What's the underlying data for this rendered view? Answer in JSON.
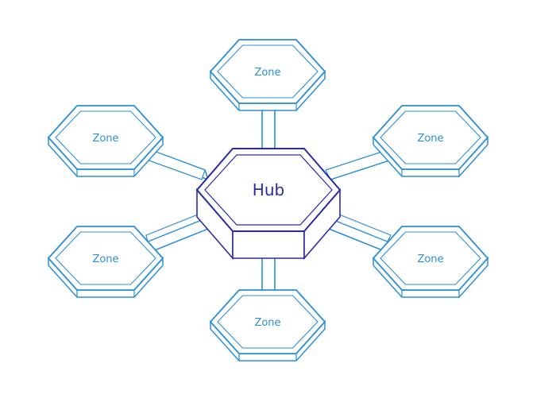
{
  "colors": {
    "zone_stroke": "#2a8fd6",
    "zone_text": "#2a8fd6",
    "hub_stroke": "#2a2aa8",
    "hub_text": "#2a2aa8",
    "connector_stroke": "#2a8fd6"
  },
  "hub": {
    "label": "Hub"
  },
  "zones": [
    {
      "label": "Zone"
    },
    {
      "label": "Zone"
    },
    {
      "label": "Zone"
    },
    {
      "label": "Zone"
    },
    {
      "label": "Zone"
    },
    {
      "label": "Zone"
    }
  ]
}
